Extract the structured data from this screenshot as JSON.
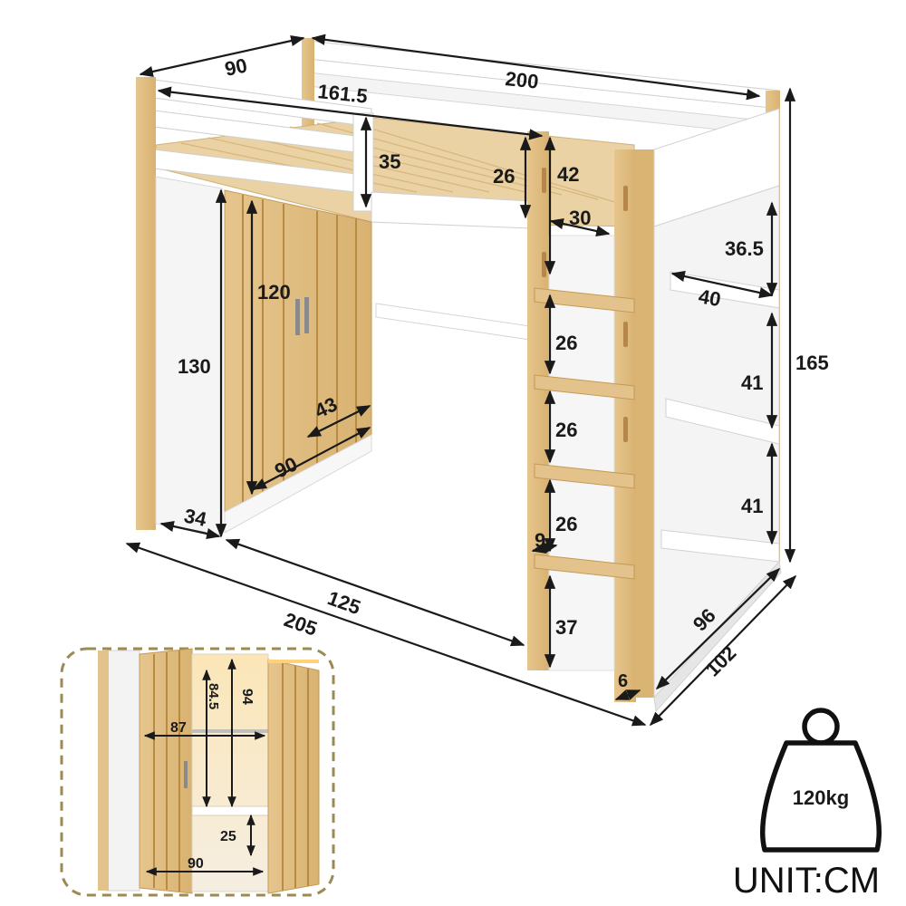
{
  "product": "loft bed with wardrobe, ladder and side shelves",
  "colors": {
    "white": "#ffffff",
    "white_shade": "#ececec",
    "wood": "#e0bf86",
    "wood_dark": "#c99c55",
    "wood_light": "#f0dcb4",
    "dimension_line": "#1a1a1a",
    "inset_border": "#9c8a52"
  },
  "dimensions": {
    "bed_width": "90",
    "bed_length": "200",
    "guard_rail_length": "161.5",
    "guard_rail_height": "35",
    "bed_side_height": "26",
    "ladder_top_height": "42",
    "ladder_width": "30",
    "total_height": "165",
    "shelf_top_height": "36.5",
    "shelf_depth": "40",
    "shelf_middle_height": "41",
    "shelf_bottom_height": "41",
    "wardrobe_height": "130",
    "wardrobe_door_height": "120",
    "wardrobe_door_width": "43",
    "wardrobe_width": "90",
    "wardrobe_side_depth": "34",
    "ladder_step_1": "26",
    "ladder_step_2": "26",
    "ladder_step_3": "26",
    "ladder_step_depth": "9",
    "ladder_bottom_height": "37",
    "under_bed_length": "125",
    "total_length": "205",
    "overall_depth": "96",
    "overall_width": "102",
    "post_width": "6"
  },
  "inset": {
    "hanging_width": "87",
    "interior_height_outer": "94",
    "interior_height_inner": "84.5",
    "bottom_shelf_height": "25",
    "inset_width": "90"
  },
  "weight_badge": {
    "label": "120kg",
    "icon": "weight-icon"
  },
  "unit_label": "UNIT:CM"
}
